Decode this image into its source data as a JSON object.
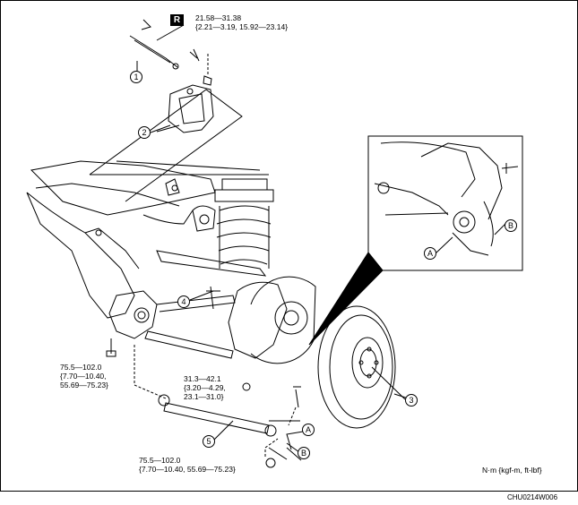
{
  "badge": "R",
  "callouts": [
    "1",
    "2",
    "3",
    "4",
    "5"
  ],
  "letters": [
    "A",
    "B"
  ],
  "torques": {
    "t1": [
      "21.58—31.38",
      "{2.21—3.19, 15.92—23.14}"
    ],
    "t2": [
      "75.5—102.0",
      "{7.70—10.40,",
      "55.69—75.23}"
    ],
    "t3": [
      "31.3—42.1",
      "{3.20—4.29,",
      "23.1—31.0}"
    ],
    "t4": [
      "75.5—102.0",
      "{7.70—10.40, 55.69—75.23}"
    ]
  },
  "units": "N·m {kgf-m, ft-lbf}",
  "code": "CHU0214W006"
}
